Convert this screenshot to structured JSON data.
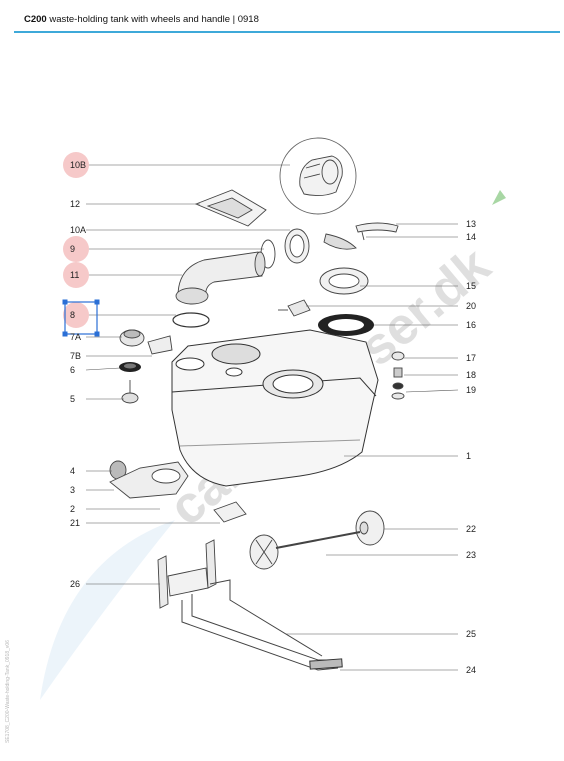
{
  "header": {
    "title_bold": "C200",
    "title_rest": " waste-holding tank with wheels and handle | 0918",
    "accent_color": "#3ea9d9"
  },
  "watermark": {
    "text": "campingriser.dk",
    "color": "#d9d9d9"
  },
  "side_note": "SE1708_C200-Waste-holding-Tank_0918_v06",
  "highlight_color": "#f6c9c9",
  "selection_color": "#2a6fd6",
  "parts": [
    {
      "id": "10B",
      "highlighted": true
    },
    {
      "id": "12"
    },
    {
      "id": "10A"
    },
    {
      "id": "9",
      "highlighted": true
    },
    {
      "id": "11",
      "highlighted": true
    },
    {
      "id": "8",
      "highlighted": true,
      "selected": true
    },
    {
      "id": "7A"
    },
    {
      "id": "7B"
    },
    {
      "id": "6"
    },
    {
      "id": "5"
    },
    {
      "id": "4"
    },
    {
      "id": "3"
    },
    {
      "id": "2"
    },
    {
      "id": "21"
    },
    {
      "id": "26"
    },
    {
      "id": "13"
    },
    {
      "id": "14"
    },
    {
      "id": "15"
    },
    {
      "id": "20"
    },
    {
      "id": "16"
    },
    {
      "id": "17"
    },
    {
      "id": "18"
    },
    {
      "id": "19"
    },
    {
      "id": "1"
    },
    {
      "id": "22"
    },
    {
      "id": "23"
    },
    {
      "id": "25"
    },
    {
      "id": "24"
    }
  ]
}
